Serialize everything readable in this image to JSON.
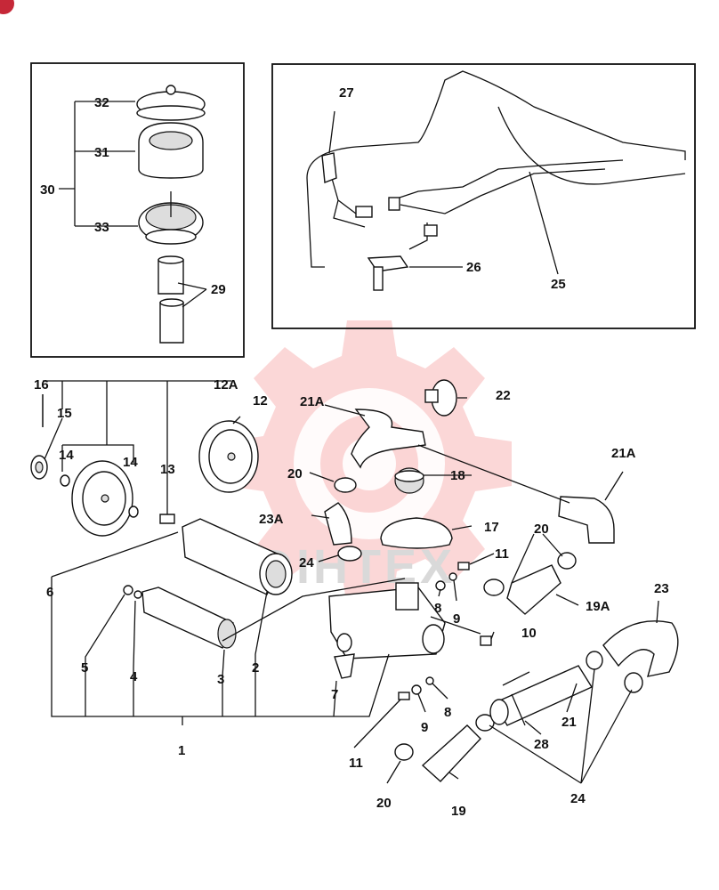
{
  "callouts": {
    "c1": "1",
    "c2": "2",
    "c3": "3",
    "c4": "4",
    "c5": "5",
    "c6": "6",
    "c7": "7",
    "c8a": "8",
    "c8b": "8",
    "c9a": "9",
    "c9b": "9",
    "c10": "10",
    "c11a": "11",
    "c11b": "11",
    "c12": "12",
    "c12a": "12A",
    "c13": "13",
    "c14a": "14",
    "c14b": "14",
    "c15": "15",
    "c16": "16",
    "c17": "17",
    "c18": "18",
    "c19": "19",
    "c19a": "19A",
    "c20a": "20",
    "c20b": "20",
    "c20c": "20",
    "c21": "21",
    "c21a1": "21A",
    "c21a2": "21A",
    "c22": "22",
    "c23": "23",
    "c23a": "23A",
    "c24a": "24",
    "c24b": "24",
    "c25": "25",
    "c26": "26",
    "c27": "27",
    "c28": "28",
    "c29": "29",
    "c30": "30",
    "c31": "31",
    "c32": "32",
    "c33": "33"
  },
  "watermark": {
    "text": "DIHTEX",
    "color": "#f7b7b7"
  },
  "colors": {
    "badge": "#c62838",
    "line": "#111111"
  }
}
